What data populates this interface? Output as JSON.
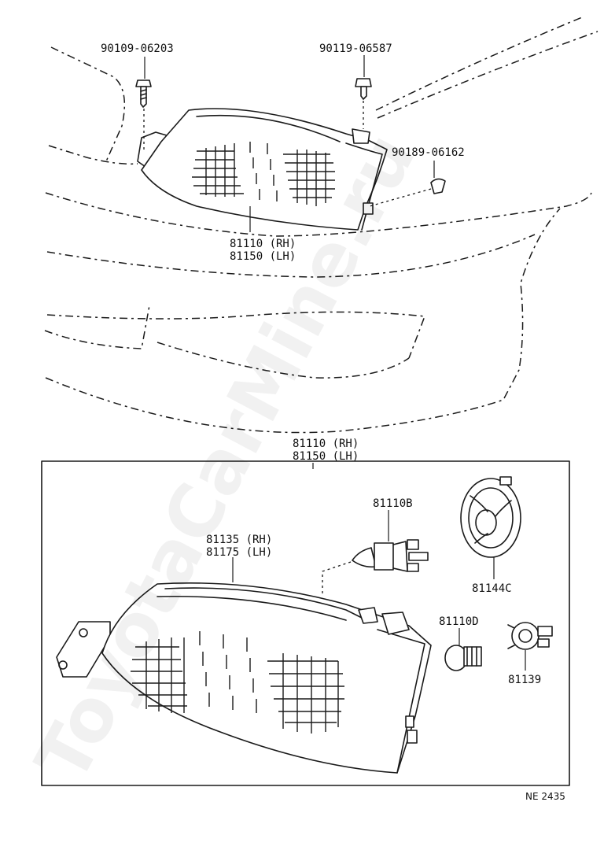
{
  "watermark": "ToyotaCarMine.ru",
  "diagram_code": "NE 2435",
  "upper_parts": {
    "bolt_left": "90109-06203",
    "bolt_right": "90119-06587",
    "clip": "90189-06162",
    "headlamp_rh": "81110 (RH)",
    "headlamp_lh": "81150 (LH)"
  },
  "assembly": {
    "title_rh": "81110 (RH)",
    "title_lh": "81150 (LH)",
    "unit_rh": "81135 (RH)",
    "unit_lh": "81175 (LH)",
    "bulb_halogen": "81110B",
    "cover": "81144C",
    "bulb_small": "81110D",
    "socket": "81139"
  }
}
